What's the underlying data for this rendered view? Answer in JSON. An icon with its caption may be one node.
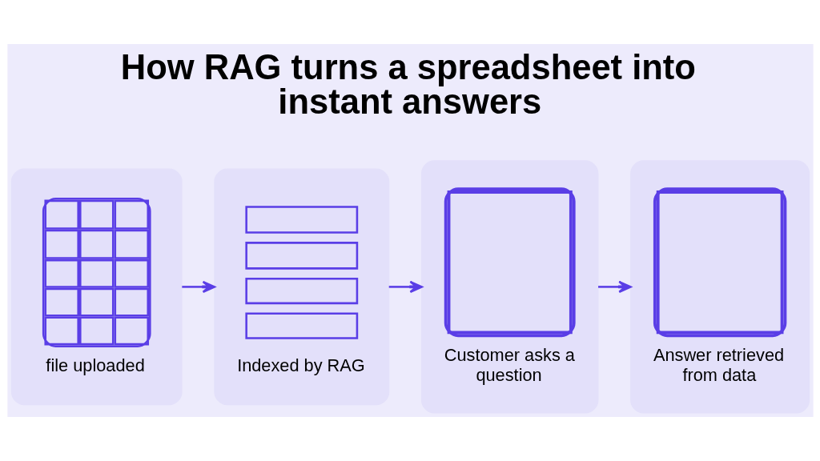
{
  "diagram": {
    "title": "How RAG turns a spreadsheet into instant answers",
    "nodes": [
      {
        "text": [
          "file uploaded"
        ]
      },
      {
        "text": [
          "Indexed by RAG"
        ]
      },
      {
        "text": [
          "Customer asks a question"
        ]
      },
      {
        "text": [
          "Answer retrieved from data"
        ]
      }
    ],
    "edges": [
      {
        "from": 0,
        "to": 1,
        "arrow": "to"
      },
      {
        "from": 1,
        "to": 2,
        "arrow": "to"
      },
      {
        "from": 2,
        "to": 3,
        "arrow": "to"
      }
    ]
  }
}
